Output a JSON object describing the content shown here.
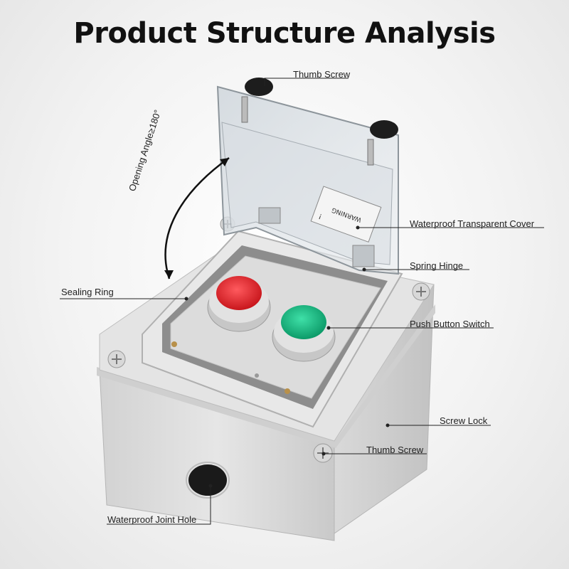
{
  "title": "Product Structure Analysis",
  "labels": {
    "thumb_screw_top": "Thumb Screw",
    "opening_angle": "Opening Angle≥180°",
    "waterproof_cover": "Waterproof Transparent Cover",
    "spring_hinge": "Spring Hinge",
    "sealing_ring": "Sealing Ring",
    "push_button_switch": "Push Button Switch",
    "screw_lock": "Screw Lock",
    "thumb_screw_bottom": "Thumb Screw",
    "joint_hole": "Waterproof Joint Hole"
  },
  "cover_text": {
    "warning": "WARNING",
    "warning_symbol": "!"
  },
  "colors": {
    "red_button": "#e0242a",
    "green_button": "#19b883",
    "enclosure": "#dcdcdc"
  }
}
